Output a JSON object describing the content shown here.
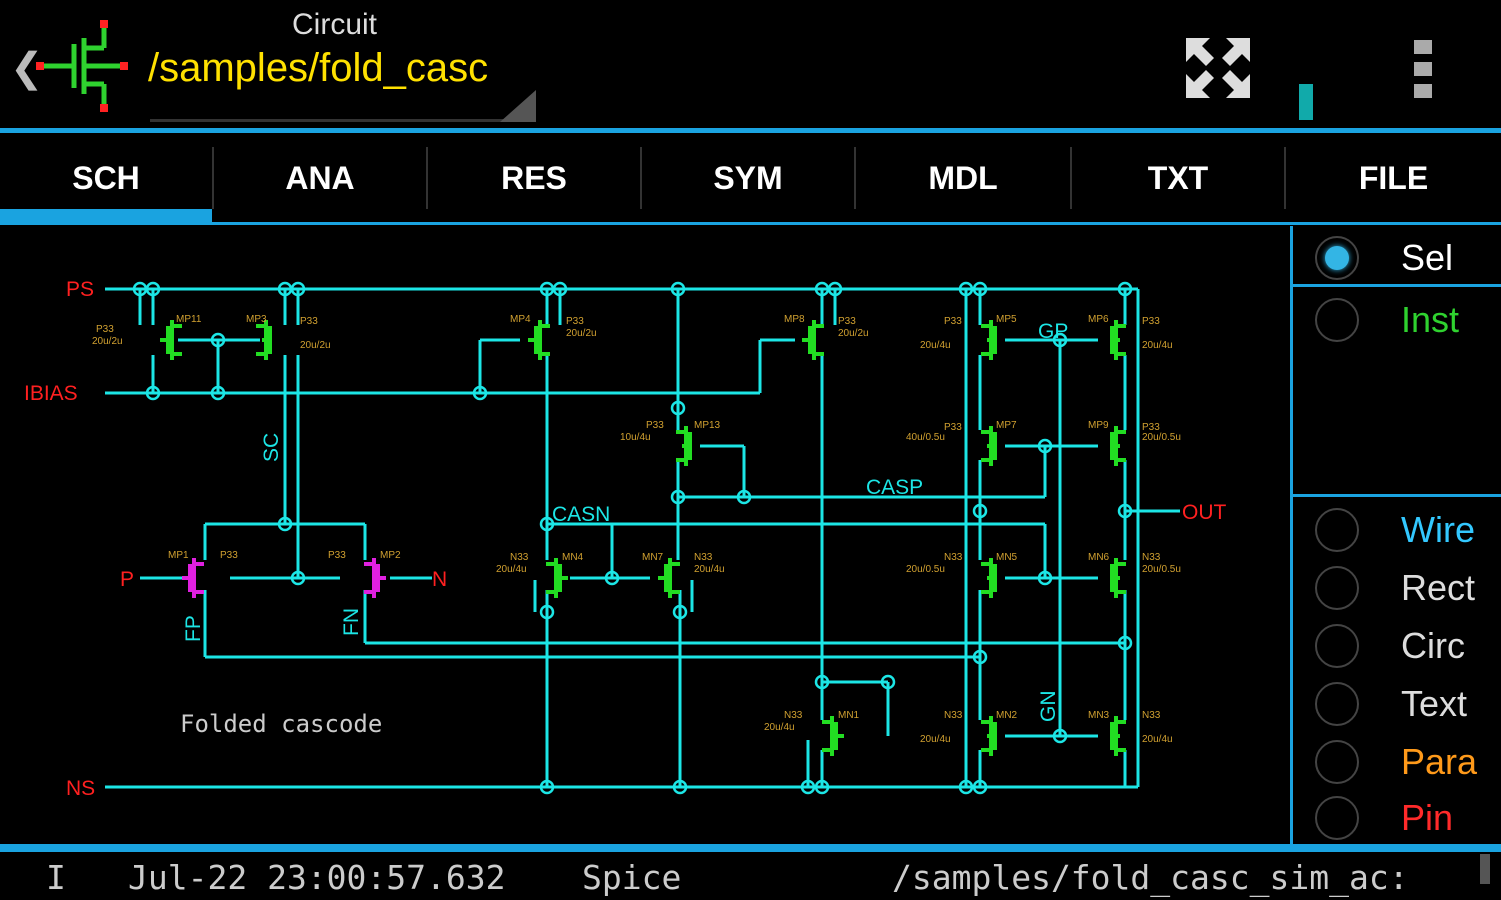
{
  "header": {
    "back_glyph": "❮",
    "subtitle": "Circuit",
    "path": "/samples/fold_casc",
    "icons": [
      "transistor-logo-icon",
      "fullscreen-icon",
      "overflow-menu-icon"
    ]
  },
  "tabs": [
    {
      "label": "SCH",
      "active": true
    },
    {
      "label": "ANA"
    },
    {
      "label": "RES"
    },
    {
      "label": "SYM"
    },
    {
      "label": "MDL"
    },
    {
      "label": "TXT"
    },
    {
      "label": "FILE"
    }
  ],
  "panel": {
    "group1": [
      {
        "label": "Sel",
        "selected": true,
        "color": "#ffffff"
      },
      {
        "label": "Inst",
        "selected": false,
        "color": "#2fd22f"
      }
    ],
    "group2": [
      {
        "label": "Wire",
        "color": "#33c8ff"
      },
      {
        "label": "Rect",
        "color": "#dddddd"
      },
      {
        "label": "Circ",
        "color": "#dddddd"
      },
      {
        "label": "Text",
        "color": "#dddddd"
      },
      {
        "label": "Para",
        "color": "#ff9a1a"
      },
      {
        "label": "Pin",
        "color": "#ff2a2a"
      }
    ]
  },
  "schematic": {
    "pins": {
      "ps": "PS",
      "ibias": "IBIAS",
      "ns": "NS",
      "p": "P",
      "n": "N",
      "out": "OUT"
    },
    "nets": {
      "sc": "SC",
      "casn": "CASN",
      "casp": "CASP",
      "gp": "GP",
      "gn": "GN",
      "fp": "FP",
      "fn": "FN"
    },
    "comment": "Folded cascode",
    "colors": {
      "wire": "#1ce6e6",
      "pmos": "#22dd22",
      "nmos": "#22dd22",
      "input_pair": "#e020e0",
      "pin": "#ff2020",
      "param": "#d0a030"
    }
  },
  "status": {
    "level": "I",
    "time": "Jul-22 23:00:57.632",
    "source": "Spice",
    "message": "/samples/fold_casc_sim_ac:"
  }
}
